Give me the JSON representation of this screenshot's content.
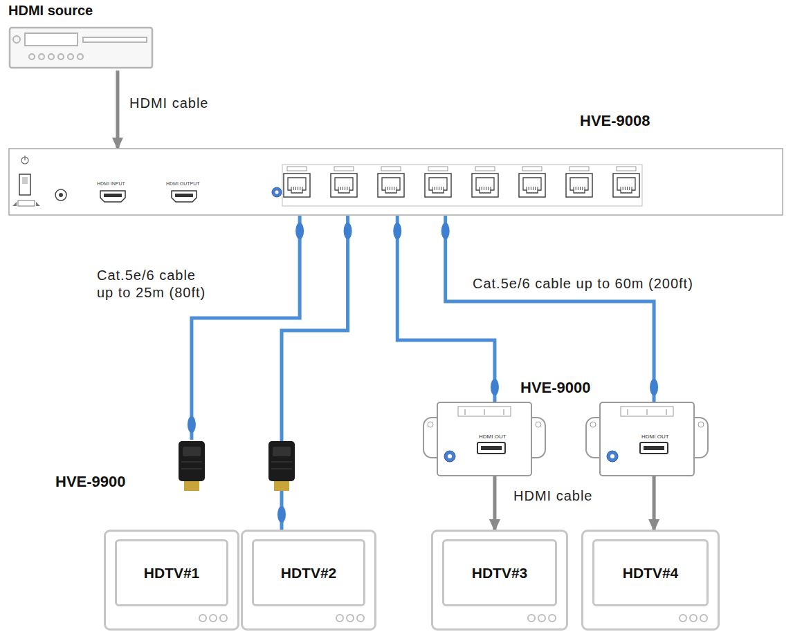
{
  "diagram": {
    "nodes": [
      {
        "text": [
          "HDMI source"
        ]
      },
      {
        "text": [
          "HVE-9008"
        ]
      },
      {
        "text": [
          "HVE-9900"
        ]
      },
      {
        "text": [
          "HVE-9000",
          "HDMI OUT"
        ]
      },
      {
        "text": [
          "HDMI OUT"
        ]
      },
      {
        "text": [
          "HDTV#1"
        ]
      },
      {
        "text": [
          "HDTV#2"
        ]
      },
      {
        "text": [
          "HDTV#3"
        ]
      },
      {
        "text": [
          "HDTV#4"
        ]
      }
    ],
    "edges": [
      {
        "from": 0,
        "to": 1,
        "arrow": "to",
        "label": "HDMI cable"
      },
      {
        "from": 1,
        "to": 2,
        "arrow": "none"
      },
      {
        "from": 1,
        "to": 6,
        "arrow": "none"
      },
      {
        "from": 1,
        "to": 3,
        "arrow": "none"
      },
      {
        "from": 1,
        "to": 4,
        "arrow": "none"
      },
      {
        "from": 3,
        "to": 7,
        "arrow": "to",
        "label": "HDMI cable"
      },
      {
        "from": 4,
        "to": 8,
        "arrow": "to"
      }
    ],
    "labels": [
      "Cat.5e/6 cable up to 25m (80ft)",
      "Cat.5e/6 cable up to 60m (200ft)",
      "HDMI INPUT",
      "HDMI OUTPUT"
    ]
  }
}
